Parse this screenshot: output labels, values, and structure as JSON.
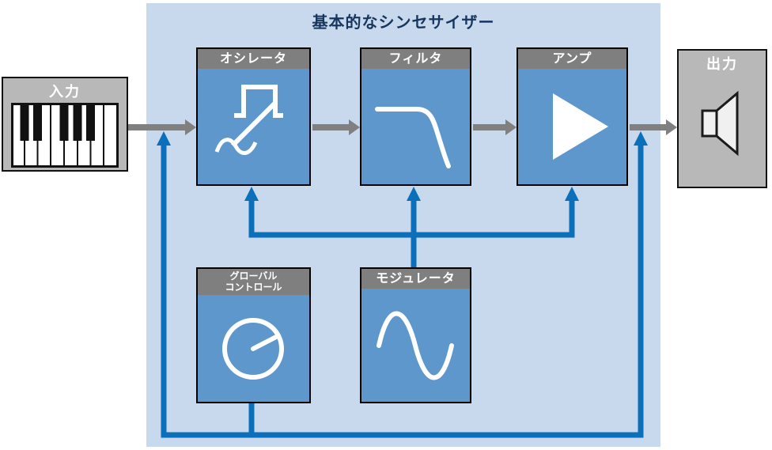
{
  "title": "基本的なシンセサイザー",
  "blocks": {
    "input": {
      "label": "入力",
      "icon": "piano-keyboard"
    },
    "oscillator": {
      "label": "オシレータ",
      "icon": "waveform-shapes"
    },
    "filter": {
      "label": "フィルタ",
      "icon": "lowpass-curve"
    },
    "amp": {
      "label": "アンプ",
      "icon": "triangle-right"
    },
    "global_control": {
      "label_line1": "グローバル",
      "label_line2": "コントロール",
      "icon": "knob"
    },
    "modulator": {
      "label": "モジュレータ",
      "icon": "sine-wave"
    },
    "output": {
      "label": "出力",
      "icon": "speaker"
    }
  },
  "connections": {
    "signal_chain": [
      "入力 → オシレータ",
      "オシレータ → フィルタ",
      "フィルタ → アンプ",
      "アンプ → 出力"
    ],
    "modulation": [
      "モジュレータ → オシレータ",
      "モジュレータ → フィルタ",
      "モジュレータ → アンプ"
    ],
    "global_control": [
      "グローバルコントロール → 入力信号ライン",
      "グローバルコントロール → 出力信号ライン"
    ]
  },
  "colors": {
    "panel_blue": "#c8d9ee",
    "module_blue": "#5e97cb",
    "header_gray": "#7f7f7f",
    "io_gray": "#b8b8b8",
    "signal_arrow_gray": "#808080",
    "modulation_arrow_blue": "#0c6fba",
    "title_navy": "#16365d"
  }
}
